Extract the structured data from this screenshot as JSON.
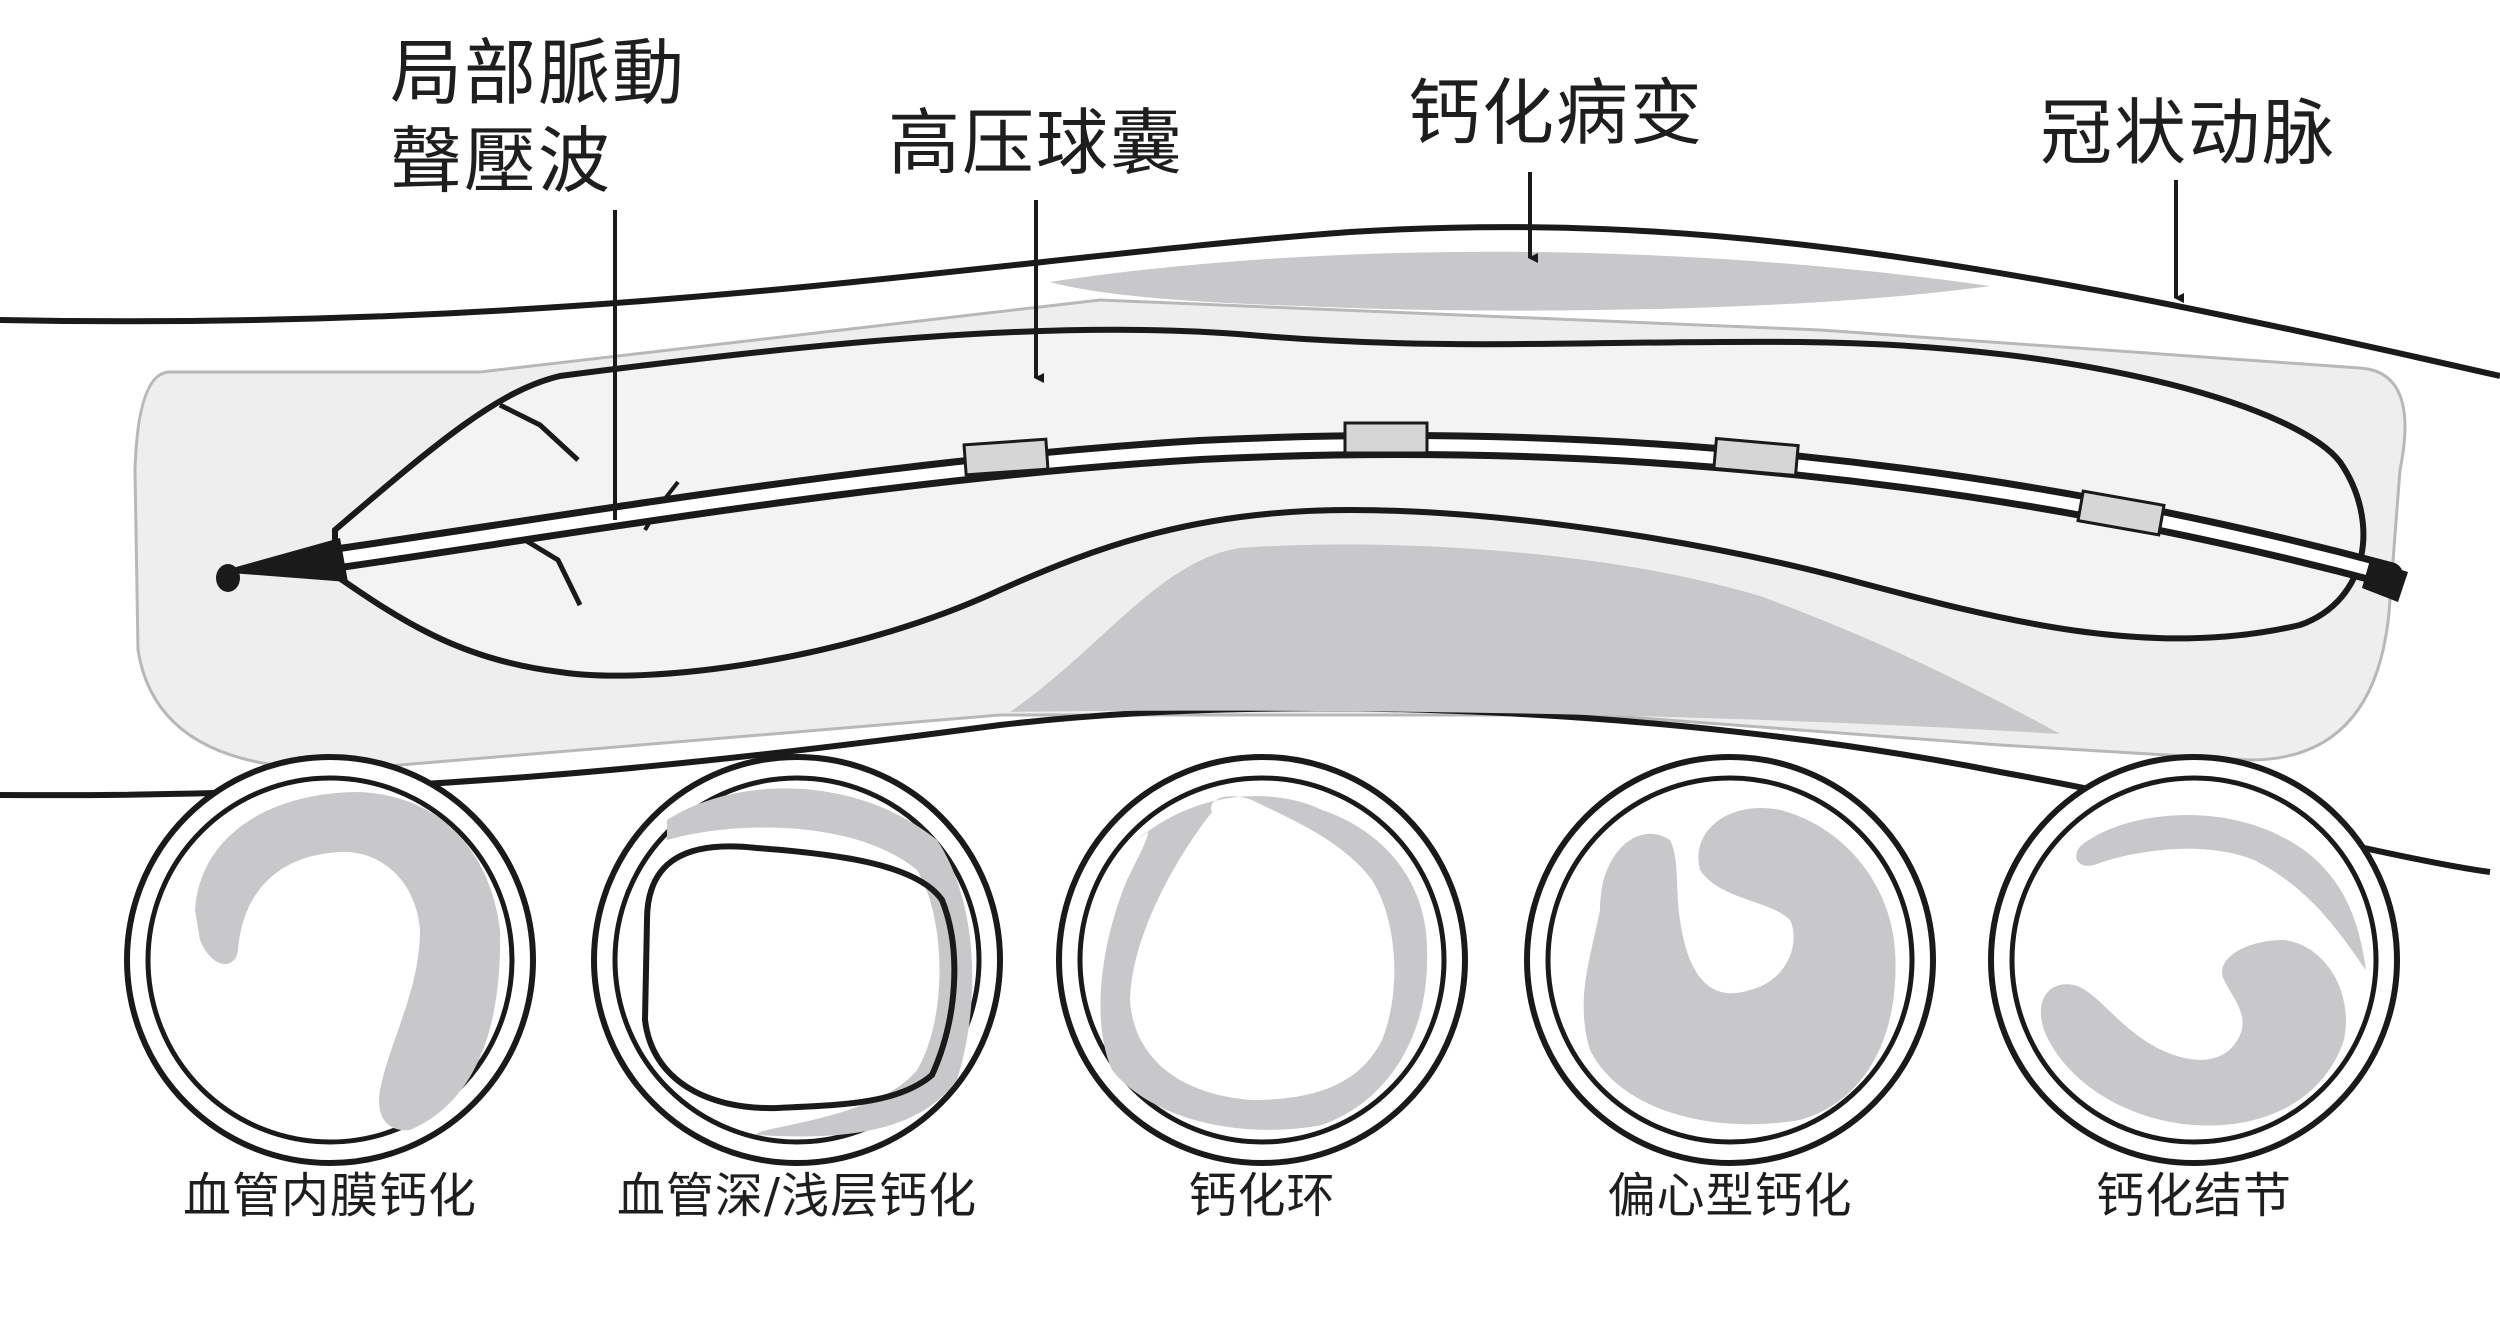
{
  "labels": {
    "pulse_wave_line1": "局部脈動",
    "pulse_wave_line2": "聲壓波",
    "high_pressure_balloon": "高压球囊",
    "calcified_lesion": "钙化病变",
    "coronary_artery": "冠状动脉"
  },
  "cross_sections": [
    {
      "label": "血管内膜钙化"
    },
    {
      "label": "血管深/浅层钙化"
    },
    {
      "label": "钙化环"
    },
    {
      "label": "偏心型钙化"
    },
    {
      "label": "钙化结节"
    }
  ],
  "colors": {
    "line": "#1a1a1a",
    "calcium": "#c8c8ca",
    "vessel_fill": "#eeeeee",
    "balloon_fill": "#f3f3f3",
    "marker_band": "#d6d6d6",
    "background": "#ffffff"
  }
}
